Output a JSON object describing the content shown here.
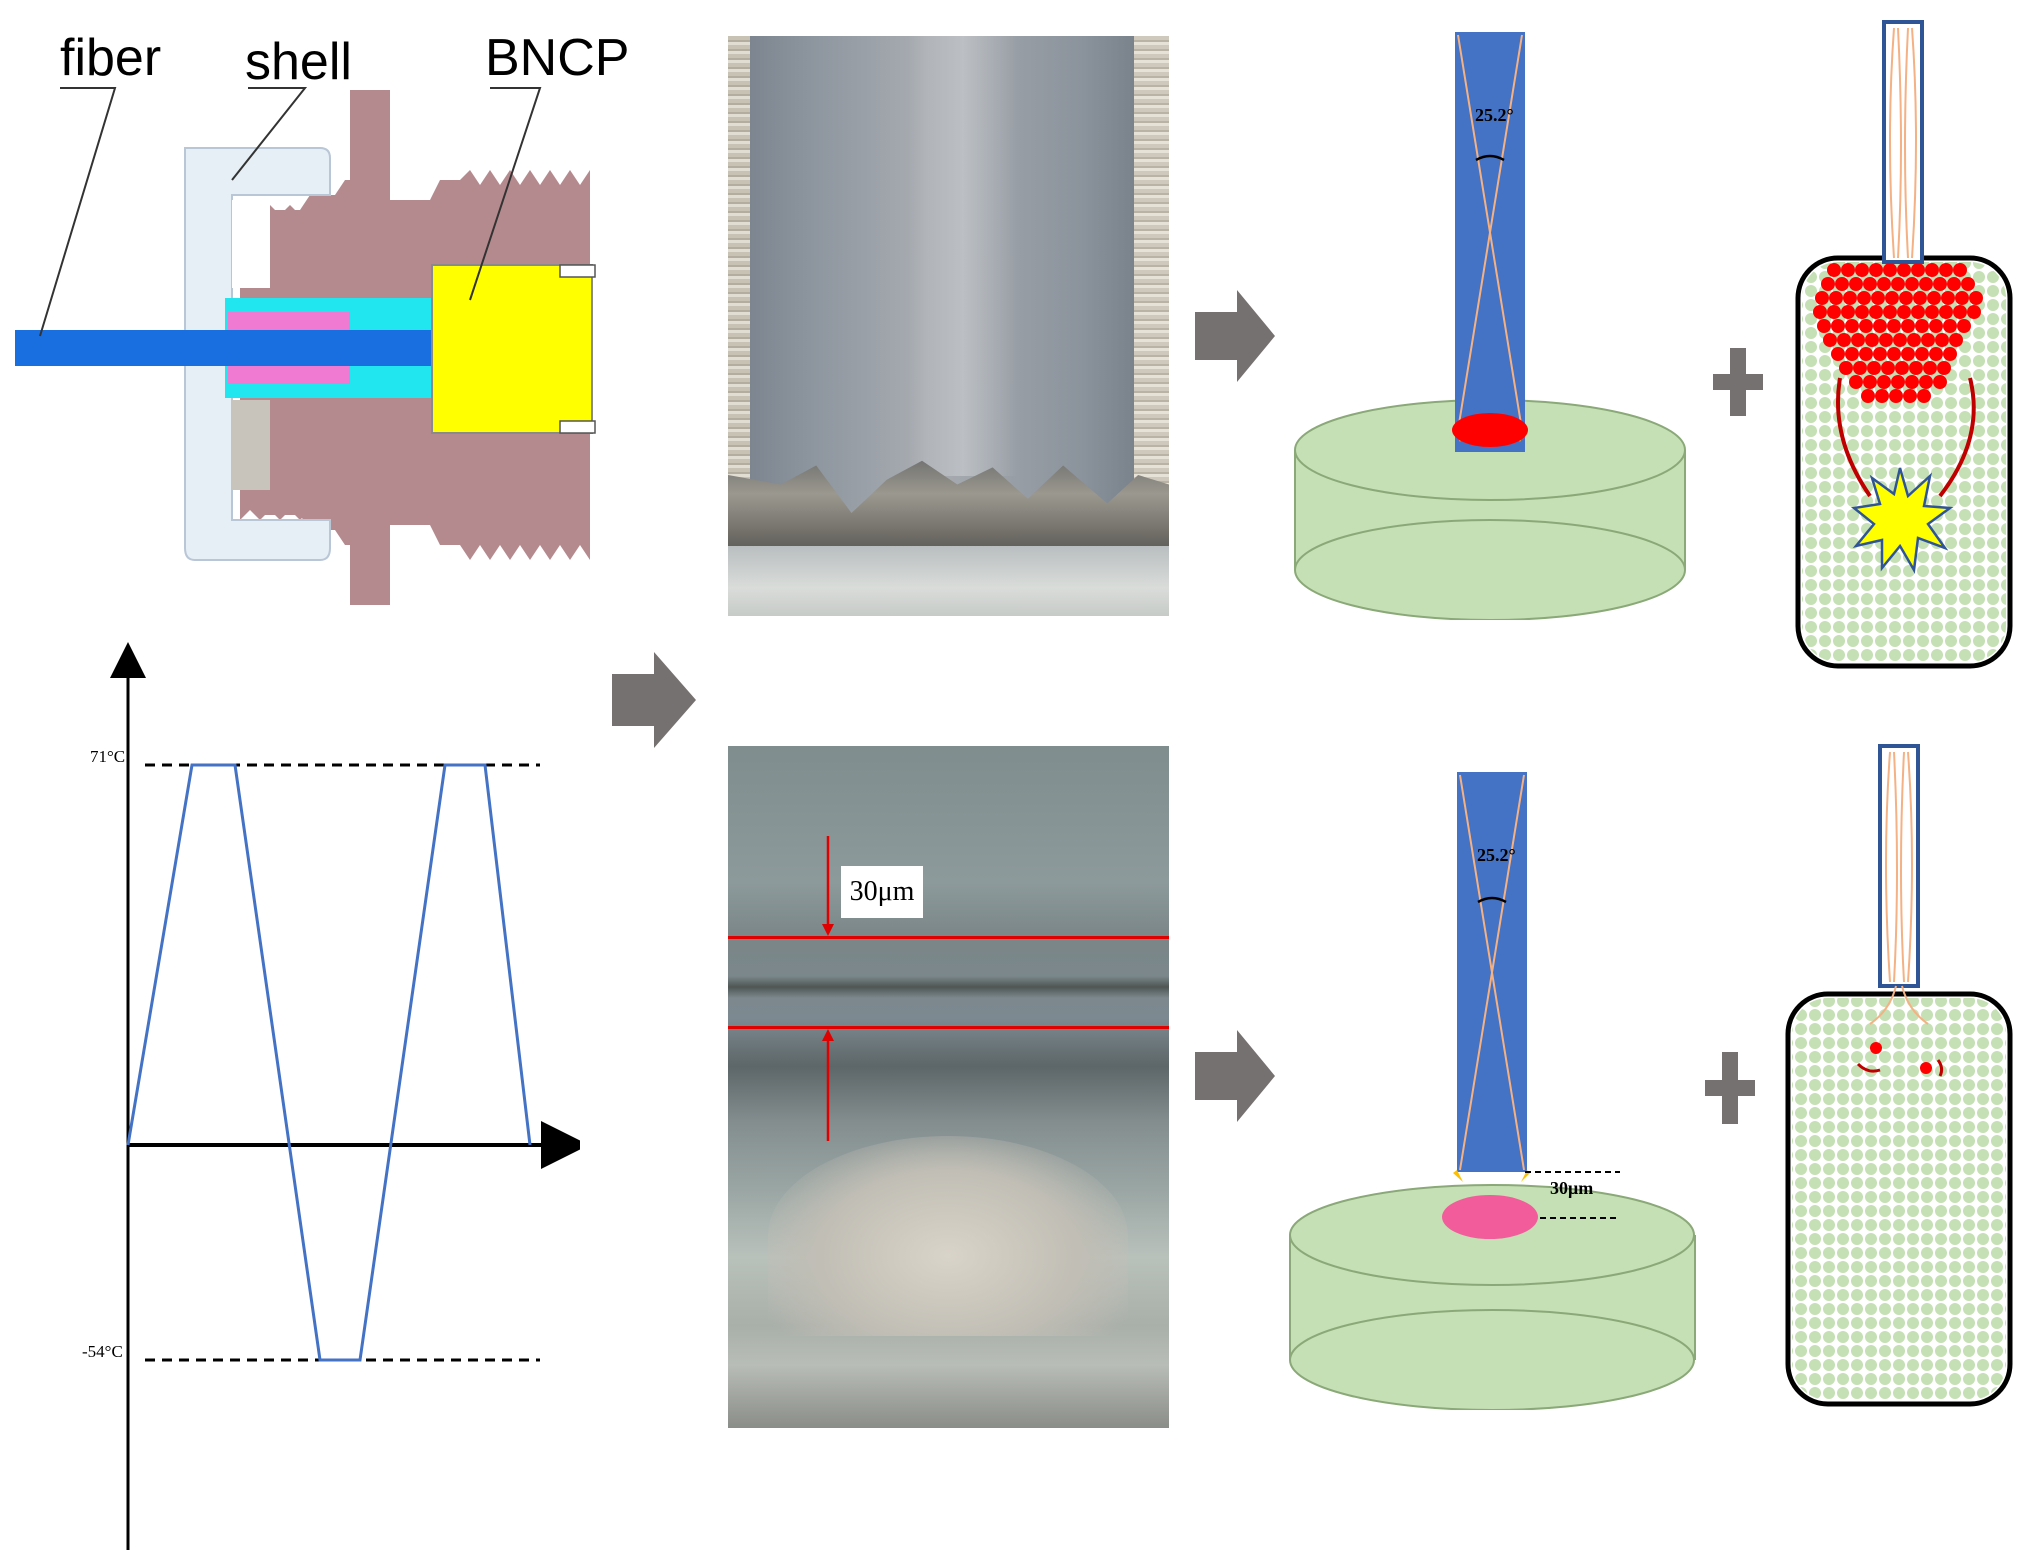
{
  "connector": {
    "labels": {
      "fiber": "fiber",
      "shell": "shell",
      "bncp": "BNCP"
    }
  },
  "temp_chart": {
    "high_label": "71°C",
    "low_label": "-54°C"
  },
  "micrograph_bottom": {
    "gap_label": "30μm"
  },
  "beam_top": {
    "angle_label": "25.2°"
  },
  "beam_bottom": {
    "angle_label": "25.2°",
    "gap_label": "30μm"
  },
  "colors": {
    "fiber": "#1a6fe0",
    "shell": "#e6eef6",
    "housing": "#b48a8e",
    "bncp": "#ffff00",
    "beam": "#4472c4",
    "pellet": "#c5e0b4",
    "hot": "#ff0000",
    "pink": "#f25c9a",
    "arrow": "#767171",
    "cycle_line": "#4472c4"
  },
  "icons": [
    "arrow-right-icon",
    "plus-icon",
    "explosion-icon"
  ]
}
